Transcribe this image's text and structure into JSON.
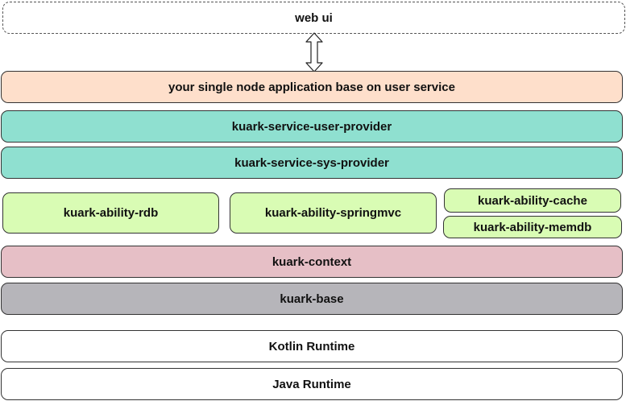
{
  "layers": {
    "web_ui": "web ui",
    "application": "your single node application base on user service",
    "user_provider": "kuark-service-user-provider",
    "sys_provider": "kuark-service-sys-provider",
    "ability_rdb": "kuark-ability-rdb",
    "ability_springmvc": "kuark-ability-springmvc",
    "ability_cache": "kuark-ability-cache",
    "ability_memdb": "kuark-ability-memdb",
    "context": "kuark-context",
    "base": "kuark-base",
    "kotlin_runtime": "Kotlin Runtime",
    "java_runtime": "Java Runtime"
  },
  "colors": {
    "application": "#fedfcb",
    "service": "#8fe0d0",
    "ability": "#d9fcb4",
    "context": "#e6bfc6",
    "base": "#b6b5ba",
    "runtime": "#ffffff"
  }
}
